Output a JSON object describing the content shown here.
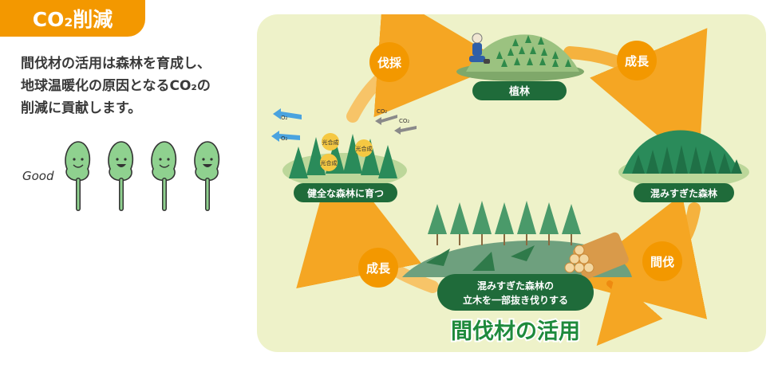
{
  "section": {
    "tag": "CO₂削減",
    "description_lines": [
      "間伐材の活用は森林を育成し、",
      "地球温暖化の原因となるCO₂の",
      "削減に貢献します。"
    ],
    "good_text": "Good"
  },
  "cycle": {
    "planting_label": "植林",
    "crowded_forest_label": "混みすぎた森林",
    "healthy_forest_label": "健全な森林に育つ",
    "thinning_lines": [
      "混みすぎた森林の",
      "立木を一部抜き伐りする"
    ],
    "title": "間伐材の活用",
    "steps": {
      "harvest": "伐採",
      "growth_top": "成長",
      "thinning": "間伐",
      "growth_bottom": "成長"
    },
    "annotations": {
      "photosynthesis": [
        "光合成",
        "光合成",
        "光合成"
      ],
      "co2_in": [
        "CO₂",
        "CO₂"
      ],
      "o2_out": [
        "O₂",
        "O₂"
      ]
    }
  },
  "colors": {
    "accent_orange": "#f39800",
    "arrow_orange": "#f7b84a",
    "dark_green": "#1f6b3a",
    "forest_green": "#2a8b5a",
    "panel_bg": "#eef2c9",
    "title_green": "#1e8a3c"
  }
}
